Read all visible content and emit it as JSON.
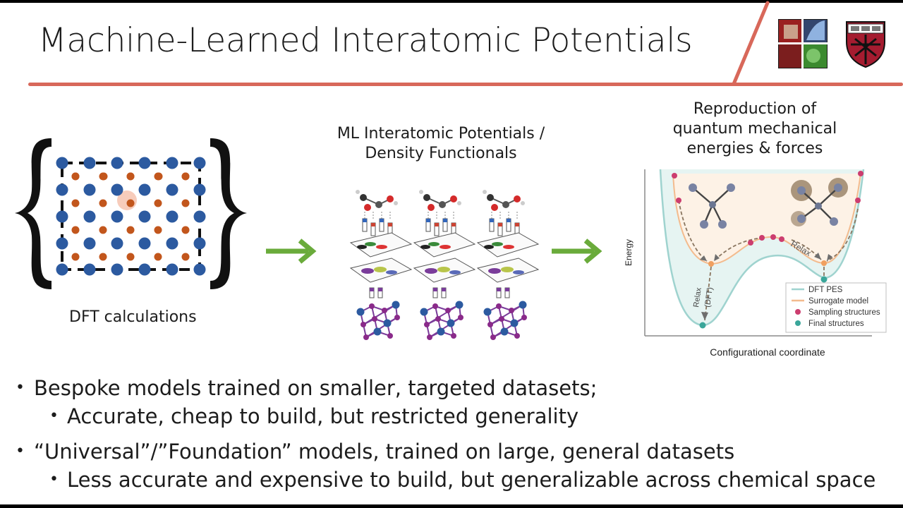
{
  "slide": {
    "title": "Machine-Learned Interatomic Potentials",
    "accent_color": "#d8685a"
  },
  "figure": {
    "dft_label": "DFT calculations",
    "ml_label_line1": "ML Interatomic Potentials /",
    "ml_label_line2": "Density Functionals",
    "rep_label_line1": "Reproduction of",
    "rep_label_line2": "quantum mechanical",
    "rep_label_line3": "energies & forces",
    "arrow_color": "#6aab3b"
  },
  "pes_plot": {
    "y_axis": "Energy",
    "x_axis": "Configurational coordinate",
    "relax_top": "Relax",
    "relax_dft_line1": "Relax",
    "relax_dft_line2": "(DFT)",
    "legend": [
      {
        "label": "DFT PES",
        "color": "#9fd3cf"
      },
      {
        "label": "Surrogate model",
        "color": "#f3bb8e"
      },
      {
        "label": "Sampling structures",
        "color": "#cc3d6f"
      },
      {
        "label": "Final structures",
        "color": "#3aa69a"
      }
    ]
  },
  "bullets": [
    {
      "level": 1,
      "text": "Bespoke models trained on smaller, targeted datasets;"
    },
    {
      "level": 2,
      "text": "Accurate, cheap to build, but restricted generality"
    },
    {
      "level": 1,
      "text": "“Universal”/”Foundation” models, trained on large, general datasets"
    },
    {
      "level": 2,
      "text": "Less accurate and expensive to build, but generalizable across chemical space"
    }
  ],
  "icons": {
    "bullet_glyph": "•"
  }
}
